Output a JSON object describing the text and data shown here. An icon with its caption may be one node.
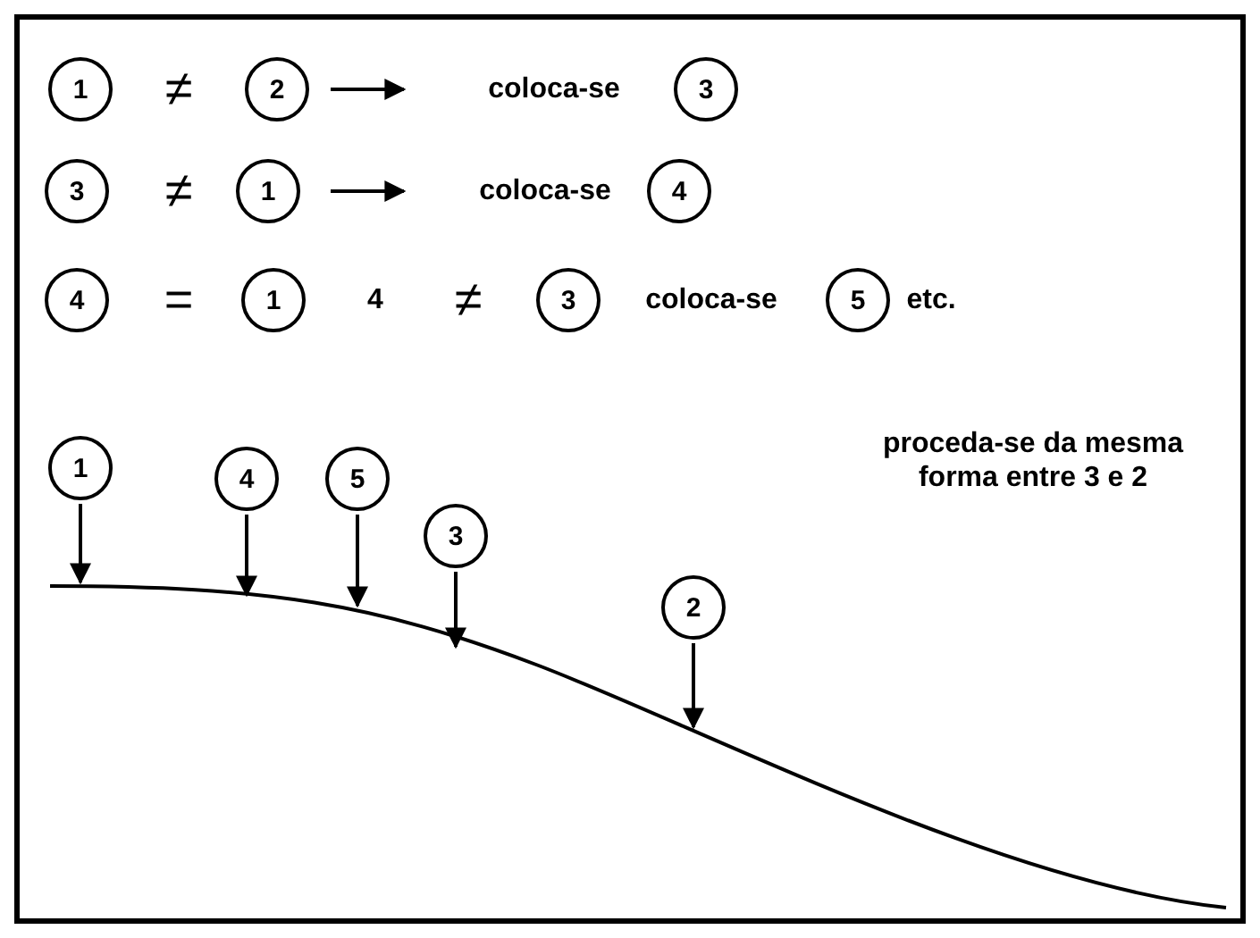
{
  "diagram": {
    "nodes": [
      {
        "text": [
          "1"
        ]
      },
      {
        "text": [
          "2"
        ]
      },
      {
        "text": [
          "3"
        ]
      },
      {
        "text": [
          "3"
        ]
      },
      {
        "text": [
          "1"
        ]
      },
      {
        "text": [
          "4"
        ]
      },
      {
        "text": [
          "4"
        ]
      },
      {
        "text": [
          "1"
        ]
      },
      {
        "text": [
          "3"
        ]
      },
      {
        "text": [
          "5"
        ]
      },
      {
        "text": [
          "1"
        ]
      },
      {
        "text": [
          "4"
        ]
      },
      {
        "text": [
          "5"
        ]
      },
      {
        "text": [
          "3"
        ]
      },
      {
        "text": [
          "2"
        ]
      }
    ],
    "edges": [
      {
        "from": 10,
        "to": null,
        "arrow": "to"
      },
      {
        "from": 11,
        "to": null,
        "arrow": "to"
      },
      {
        "from": 12,
        "to": null,
        "arrow": "to"
      },
      {
        "from": 13,
        "to": null,
        "arrow": "to"
      },
      {
        "from": 14,
        "to": null,
        "arrow": "to"
      }
    ],
    "labels": [
      "≠",
      "coloca-se",
      "≠",
      "coloca-se",
      "=",
      "4",
      "≠",
      "coloca-se",
      "etc.",
      "proceda-se da mesma forma entre 3 e 2"
    ]
  }
}
